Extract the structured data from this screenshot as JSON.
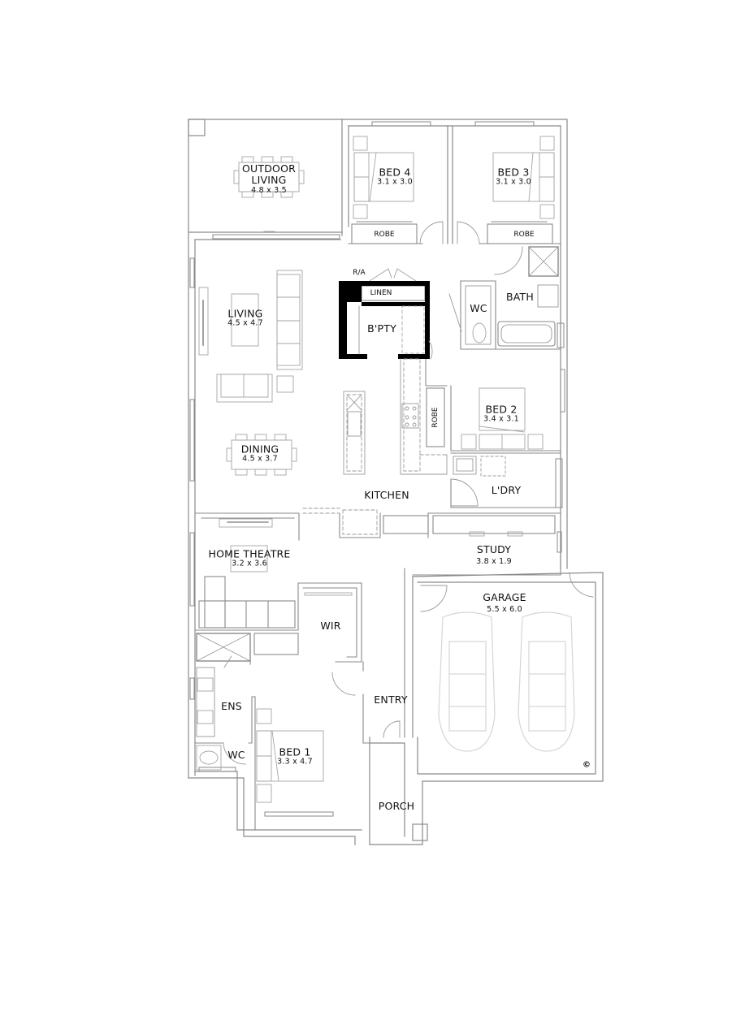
{
  "plan": {
    "rooms": [
      {
        "id": "outdoor-living",
        "name_lines": [
          "OUTDOOR",
          "LIVING"
        ],
        "size": "4.8 x 3.5"
      },
      {
        "id": "bed-4",
        "name": "BED 4",
        "size": "3.1 x 3.0"
      },
      {
        "id": "bed-3",
        "name": "BED 3",
        "size": "3.1 x 3.0"
      },
      {
        "id": "robe-bed4",
        "name": "ROBE"
      },
      {
        "id": "robe-bed3",
        "name": "ROBE"
      },
      {
        "id": "linen",
        "name": "LINEN"
      },
      {
        "id": "ra",
        "name": "R/A"
      },
      {
        "id": "butlers-pantry",
        "name": "B'PTY"
      },
      {
        "id": "wc-main",
        "name": "WC"
      },
      {
        "id": "bath",
        "name": "BATH"
      },
      {
        "id": "living",
        "name": "LIVING",
        "size": "4.5 x 4.7"
      },
      {
        "id": "dining",
        "name": "DINING",
        "size": "4.5 x 3.7"
      },
      {
        "id": "kitchen",
        "name": "KITCHEN"
      },
      {
        "id": "robe-bed2",
        "name": "ROBE"
      },
      {
        "id": "bed-2",
        "name": "BED 2",
        "size": "3.4 x 3.1"
      },
      {
        "id": "laundry",
        "name": "L'DRY"
      },
      {
        "id": "home-theatre",
        "name": "HOME THEATRE",
        "size": "3.2 x 3.6"
      },
      {
        "id": "study",
        "name": "STUDY",
        "size": "3.8 x 1.9"
      },
      {
        "id": "garage",
        "name": "GARAGE",
        "size": "5.5 x 6.0"
      },
      {
        "id": "wir",
        "name": "WIR"
      },
      {
        "id": "ensuite",
        "name": "ENS"
      },
      {
        "id": "wc-ensuite",
        "name": "WC"
      },
      {
        "id": "entry",
        "name": "ENTRY"
      },
      {
        "id": "bed-1",
        "name": "BED 1",
        "size": "3.3 x 4.7"
      },
      {
        "id": "porch",
        "name": "PORCH"
      }
    ],
    "symbols": {
      "copyright": "©"
    },
    "colors": {
      "wall": "#8a8a8a",
      "furniture": "#a6a6a6",
      "car": "#d6d6d6",
      "pantry_wall": "#000000",
      "text": "#111111"
    }
  }
}
